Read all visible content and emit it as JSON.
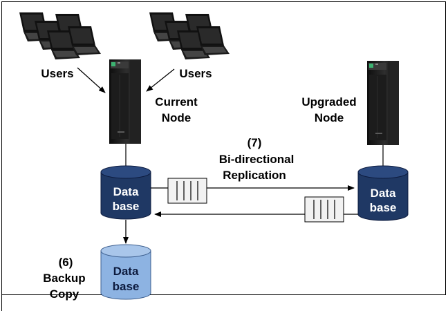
{
  "labels": {
    "users_left": "Users",
    "users_right": "Users",
    "current_node_line1": "Current",
    "current_node_line2": "Node",
    "upgraded_node_line1": "Upgraded",
    "upgraded_node_line2": "Node",
    "step7_number": "(7)",
    "step7_line1": "Bi-directional",
    "step7_line2": "Replication",
    "step6_number": "(6)",
    "step6_line1": "Backup",
    "step6_line2": "Copy"
  },
  "databases": {
    "current": {
      "line1": "Data",
      "line2": "base"
    },
    "upgraded": {
      "line1": "Data",
      "line2": "base"
    },
    "backup": {
      "line1": "Data",
      "line2": "base"
    }
  },
  "colors": {
    "database_primary": "#1f3864",
    "database_backup": "#8db3e2",
    "database_primary_text": "#ffffff",
    "database_backup_text": "#0d1b3e",
    "server_body": "#1a1a1a",
    "server_accent": "#3cb371"
  },
  "icons": {
    "users": "laptop-group-icon",
    "server": "server-tower-icon",
    "database": "database-cylinder-icon",
    "queue": "message-queue-icon"
  }
}
